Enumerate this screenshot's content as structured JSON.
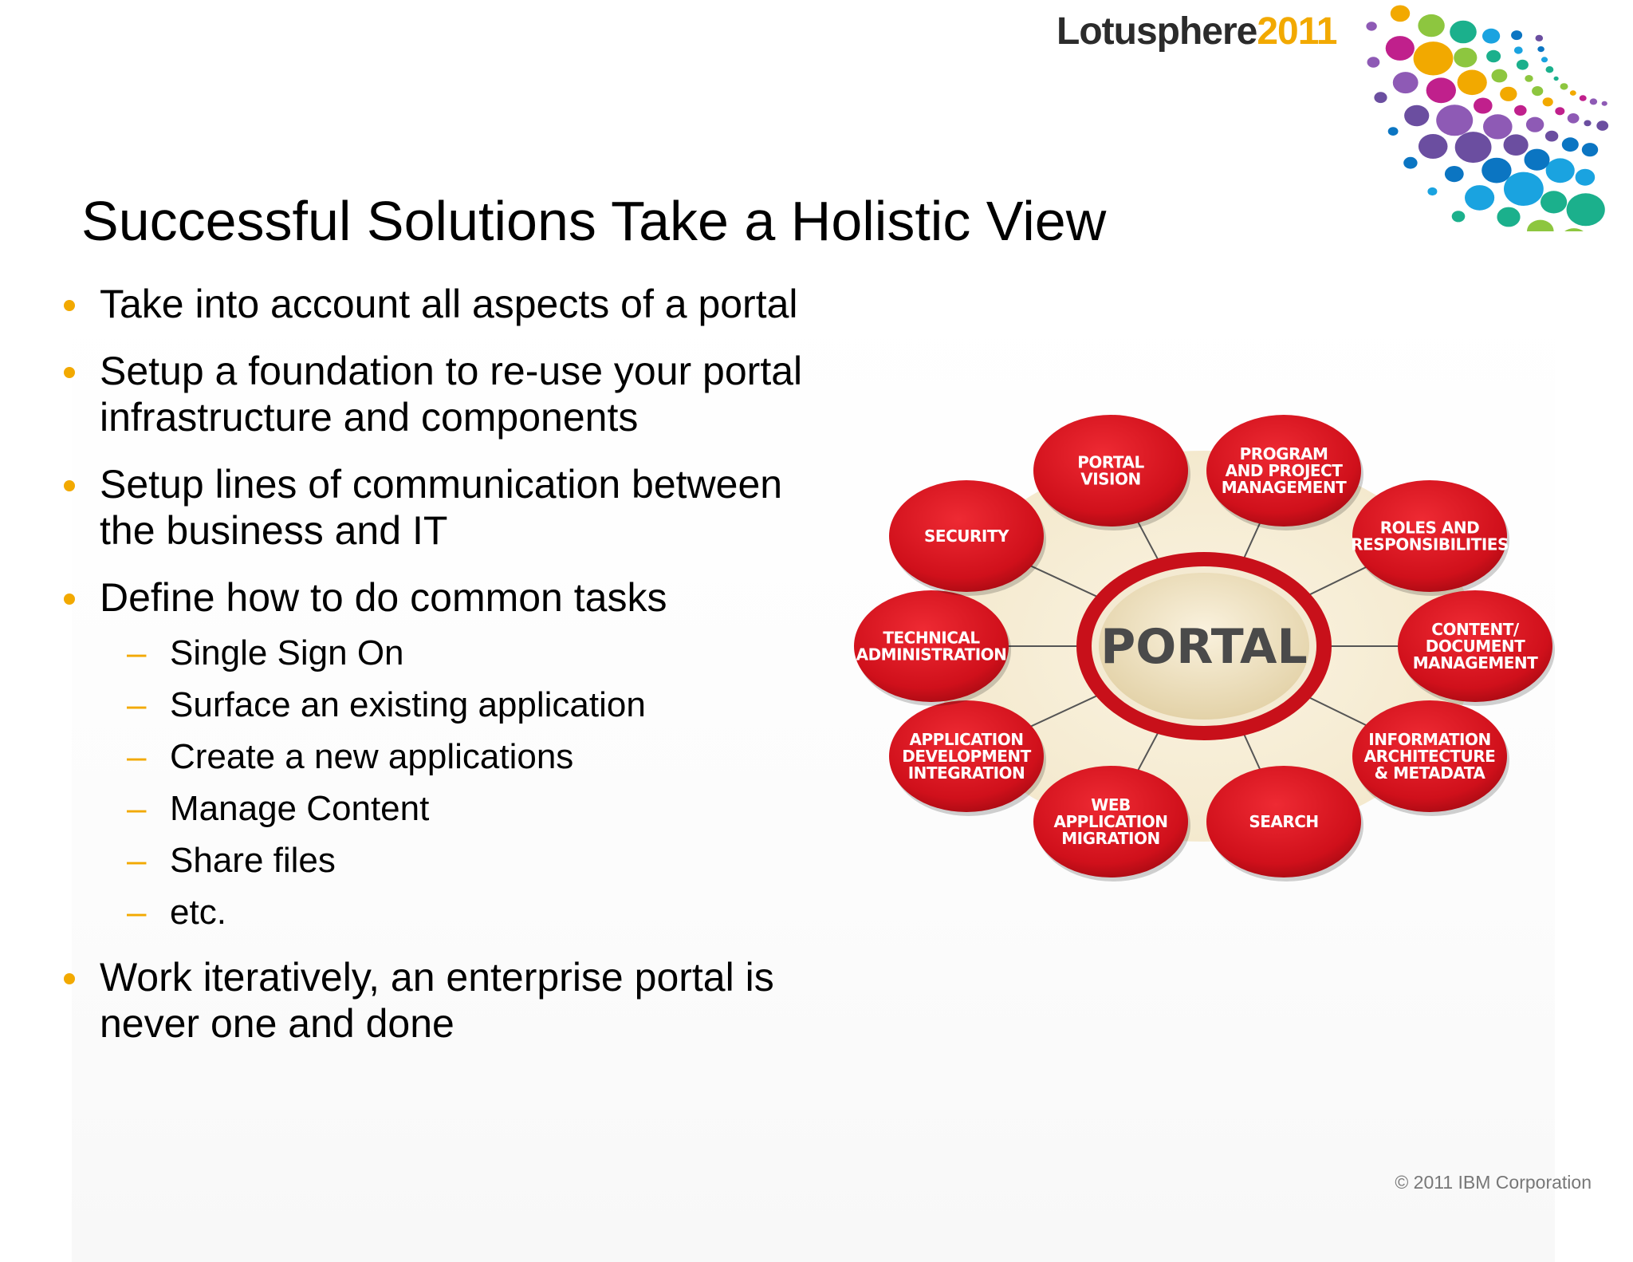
{
  "header": {
    "logo_name": "Lotusphere",
    "logo_year": "2011"
  },
  "title": "Successful Solutions Take a Holistic View",
  "bullets": [
    {
      "text": "Take into account all aspects of a portal"
    },
    {
      "text": "Setup a foundation to re-use your portal infrastructure and components"
    },
    {
      "text": "Setup lines of communication between the business and IT"
    },
    {
      "text": "Define how to do common tasks",
      "sub": [
        "Single Sign On",
        "Surface an existing application",
        "Create a new applications",
        "Manage Content",
        "Share files",
        "etc."
      ]
    },
    {
      "text": "Work iteratively, an enterprise portal is never one and done"
    }
  ],
  "diagram": {
    "center": "PORTAL",
    "petals": [
      {
        "lines": [
          "PORTAL",
          "VISION"
        ]
      },
      {
        "lines": [
          "PROGRAM",
          "AND PROJECT",
          "MANAGEMENT"
        ]
      },
      {
        "lines": [
          "ROLES AND",
          "RESPONSIBILITIES"
        ]
      },
      {
        "lines": [
          "CONTENT/",
          "DOCUMENT",
          "MANAGEMENT"
        ]
      },
      {
        "lines": [
          "INFORMATION",
          "ARCHITECTURE",
          "& METADATA"
        ]
      },
      {
        "lines": [
          "SEARCH"
        ]
      },
      {
        "lines": [
          "WEB",
          "APPLICATION",
          "MIGRATION"
        ]
      },
      {
        "lines": [
          "APPLICATION",
          "DEVELOPMENT",
          "INTEGRATION"
        ]
      },
      {
        "lines": [
          "TECHNICAL",
          "ADMINISTRATION"
        ]
      },
      {
        "lines": [
          "SECURITY"
        ]
      }
    ],
    "colors": {
      "petal": "#d0101b",
      "petal_dark": "#a50a12",
      "hub_bg": "#f3e8cc",
      "center_fill": "#efe3c6"
    }
  },
  "footer": {
    "copyright": "© 2011 IBM Corporation"
  }
}
